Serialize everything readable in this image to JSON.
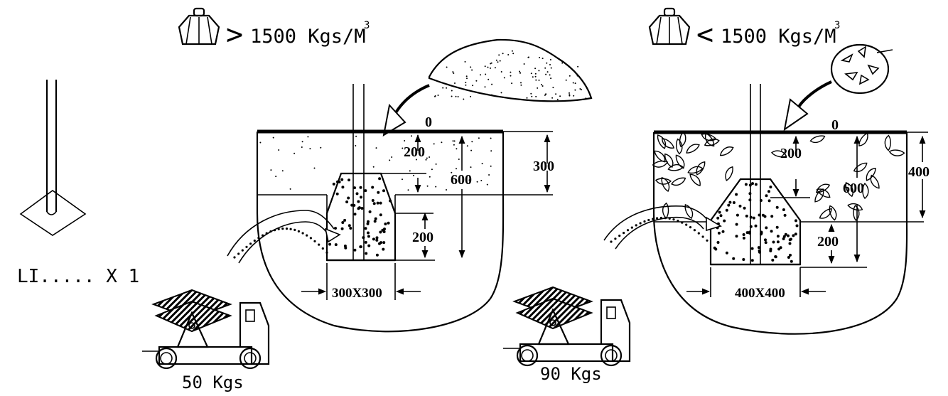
{
  "left_pole": {
    "label": "LI..... X 1"
  },
  "panel_left": {
    "density_symbol": ">",
    "density_value": "1500 Kgs/M",
    "density_exponent": "3",
    "ground_level": "0",
    "dim_top": "200",
    "dim_total": "600",
    "dim_layer": "300",
    "dim_base": "200",
    "footing_size": "300X300",
    "truck_weight": "50 Kgs"
  },
  "panel_right": {
    "density_symbol": "<",
    "density_value": "1500 Kgs/M",
    "density_exponent": "3",
    "ground_level": "0",
    "dim_top": "200",
    "dim_total": "600",
    "dim_layer": "400",
    "dim_base": "200",
    "footing_size": "400X400",
    "truck_weight": "90 Kgs"
  },
  "icons": {
    "weight": "weight-icon",
    "truck": "truck-icon",
    "sand": "sand-pile-icon",
    "gravel": "crushed-stone-icon"
  }
}
